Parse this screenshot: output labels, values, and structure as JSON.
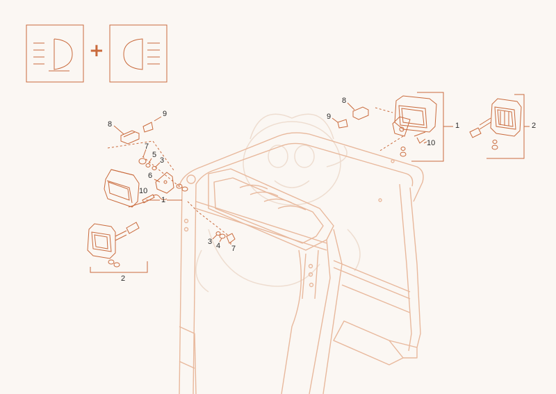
{
  "legend": {
    "plus_symbol": "+",
    "left_icon": "low-beam-headlight-icon",
    "right_icon": "high-beam-headlight-icon"
  },
  "callouts": {
    "l_8": "8",
    "l_9": "9",
    "l_7": "7",
    "l_5": "5",
    "l_3": "3",
    "l_6": "6",
    "l_10": "10",
    "l_1": "1",
    "l_2": "2",
    "m_3": "3",
    "m_4": "4",
    "m_7": "7",
    "r_8": "8",
    "r_9": "9",
    "r_10": "10",
    "r_1": "1",
    "r_2": "2"
  },
  "colors": {
    "line": "#c96a3c",
    "faint": "#e9c7b3",
    "paper": "#fbf7f3",
    "text": "#2a2a2a"
  }
}
